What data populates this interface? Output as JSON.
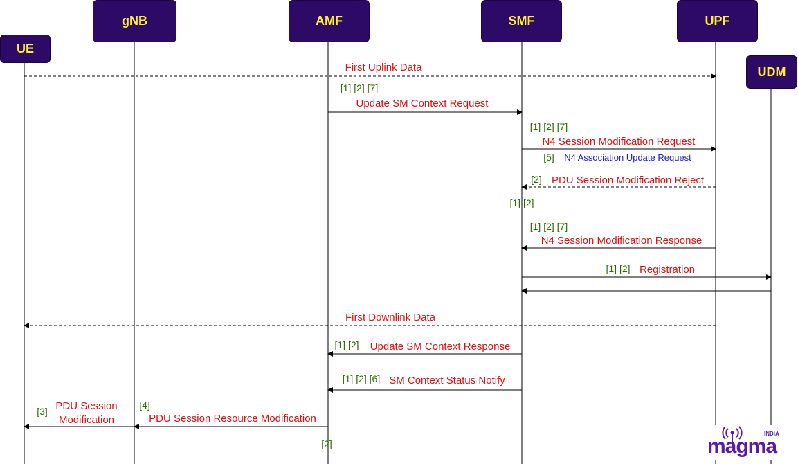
{
  "colors": {
    "node_fill": "#2d0a66",
    "node_text": "#ffef2e",
    "message_text": "#e01010",
    "ref_text": "#2f6b00",
    "note_text": "#1a1ad0",
    "logo": "#5a1aa6"
  },
  "nodes": {
    "ue": "UE",
    "gnb": "gNB",
    "amf": "AMF",
    "smf": "SMF",
    "upf": "UPF",
    "udm": "UDM"
  },
  "messages": [
    {
      "from": "ue",
      "to": "upf",
      "style": "dashed",
      "label": "First Uplink Data"
    },
    {
      "from": "amf",
      "to": "smf",
      "style": "solid",
      "refs": "[1] [2] [7]",
      "label": "Update SM Context Request"
    },
    {
      "from": "smf",
      "to": "upf",
      "style": "solid",
      "refs": "[1] [2] [7]",
      "label": "N4 Session Modification Request",
      "note_ref": "[5]",
      "note": "N4 Association Update Request"
    },
    {
      "from": "upf",
      "to": "smf",
      "style": "dashed",
      "refs": "[2]",
      "label": "PDU Session Modification Reject"
    },
    {
      "from": "upf",
      "to": "smf",
      "style": "solid",
      "refs": "[1] [2] [7]",
      "label": "N4 Session Modification Response",
      "pre_refs": "[1] [2]"
    },
    {
      "from": "smf",
      "to": "udm",
      "style": "solid",
      "refs": "[1] [2]",
      "label": "Registration"
    },
    {
      "from": "udm",
      "to": "smf",
      "style": "solid",
      "label": ""
    },
    {
      "from": "upf",
      "to": "ue",
      "style": "dashed",
      "label": "First Downlink Data"
    },
    {
      "from": "smf",
      "to": "amf",
      "style": "solid",
      "refs": "[1] [2]",
      "label": "Update SM Context Response"
    },
    {
      "from": "smf",
      "to": "amf",
      "style": "solid",
      "refs": "[1] [2] [6]",
      "label": "SM Context Status Notify"
    },
    {
      "from": "amf",
      "to": "gnb",
      "style": "solid",
      "refs": "[4]",
      "label": "PDU Session Resource Modification",
      "trail_ref": "[2]"
    },
    {
      "from": "gnb",
      "to": "ue",
      "style": "solid",
      "refs": "[3]",
      "label": "PDU Session",
      "label2": "Modification"
    }
  ],
  "logo": {
    "word": "magma",
    "sub": "INDIA",
    "icon": "antenna-signal-icon"
  }
}
